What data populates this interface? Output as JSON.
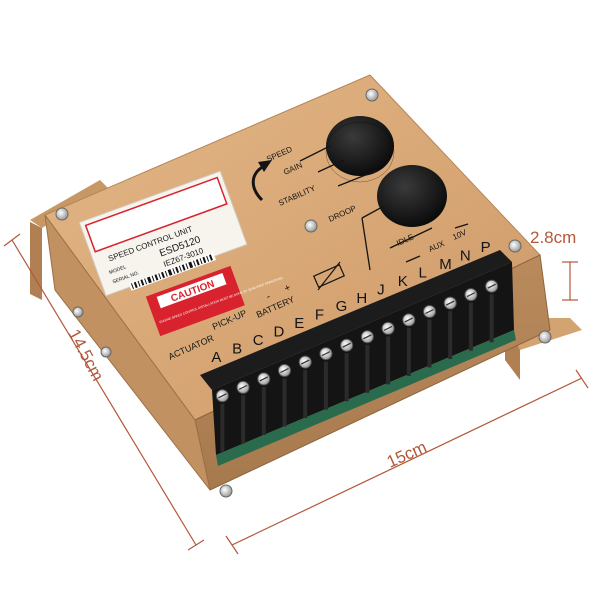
{
  "dimensions": {
    "width": "15cm",
    "depth": "14.5cm",
    "height": "2.8cm"
  },
  "label_card": {
    "title": "SPEED CONTROL UNIT",
    "model_tag": "MODEL",
    "model": "ESD5120",
    "serial_tag": "SERIAL NO.",
    "serial": "IEZ67-3010"
  },
  "caution": {
    "title": "CAUTION",
    "body": "ENGINE SPEED CONTROL INSTALLATION MUST BE DONE BY QUALIFIED PERSONNEL"
  },
  "panel_labels": {
    "speed": "SPEED",
    "gain": "GAIN",
    "stability": "STABILITY",
    "droop": "DROOP",
    "idle": "IDLE",
    "aux": "AUX",
    "aux_volt": "10V",
    "actuator": "ACTUATOR",
    "pickup": "PICK-UP",
    "battery": "BATTERY",
    "minus": "-",
    "plus": "+"
  },
  "terminals": [
    "A",
    "B",
    "C",
    "D",
    "E",
    "F",
    "G",
    "H",
    "J",
    "K",
    "L",
    "M",
    "N",
    "P"
  ],
  "colors": {
    "housing": "#d9a777",
    "dimension": "#b4573a",
    "caution_red": "#d8232e"
  }
}
